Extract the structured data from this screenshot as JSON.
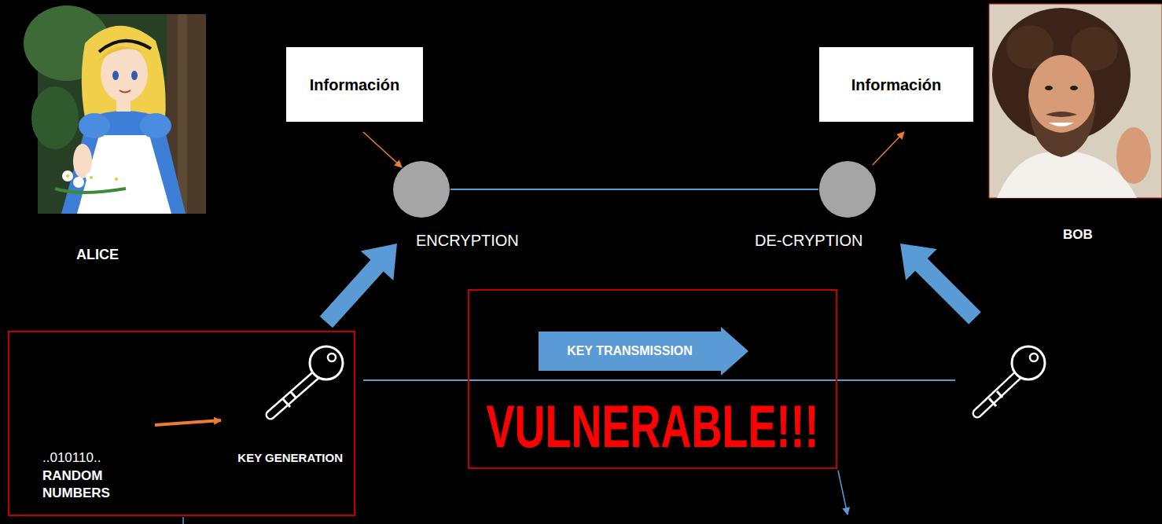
{
  "diagram": {
    "nodes": [
      {
        "text": [
          "Información"
        ]
      },
      {
        "text": [
          "ENCRYPTION"
        ]
      },
      {
        "text": [
          "Información"
        ]
      },
      {
        "text": [
          "DE-CRYPTION"
        ]
      },
      {
        "text": [
          "..010110..",
          "RANDOM NUMBERS",
          "KEY GENERATION"
        ]
      },
      {
        "text": [
          "VULNERABLE!!!"
        ]
      },
      {
        "text": [
          "KEY TRANSMISSION"
        ],
        "in": 5
      }
    ],
    "edges": [
      {
        "from": 0,
        "to": 1,
        "arrow": "to"
      },
      {
        "from": 1,
        "to": 3,
        "arrow": "none"
      },
      {
        "from": 3,
        "to": 2,
        "arrow": "to"
      },
      {
        "from": 4,
        "to": 1,
        "arrow": "to"
      }
    ],
    "labels": [
      "ALICE",
      "BOB"
    ]
  }
}
